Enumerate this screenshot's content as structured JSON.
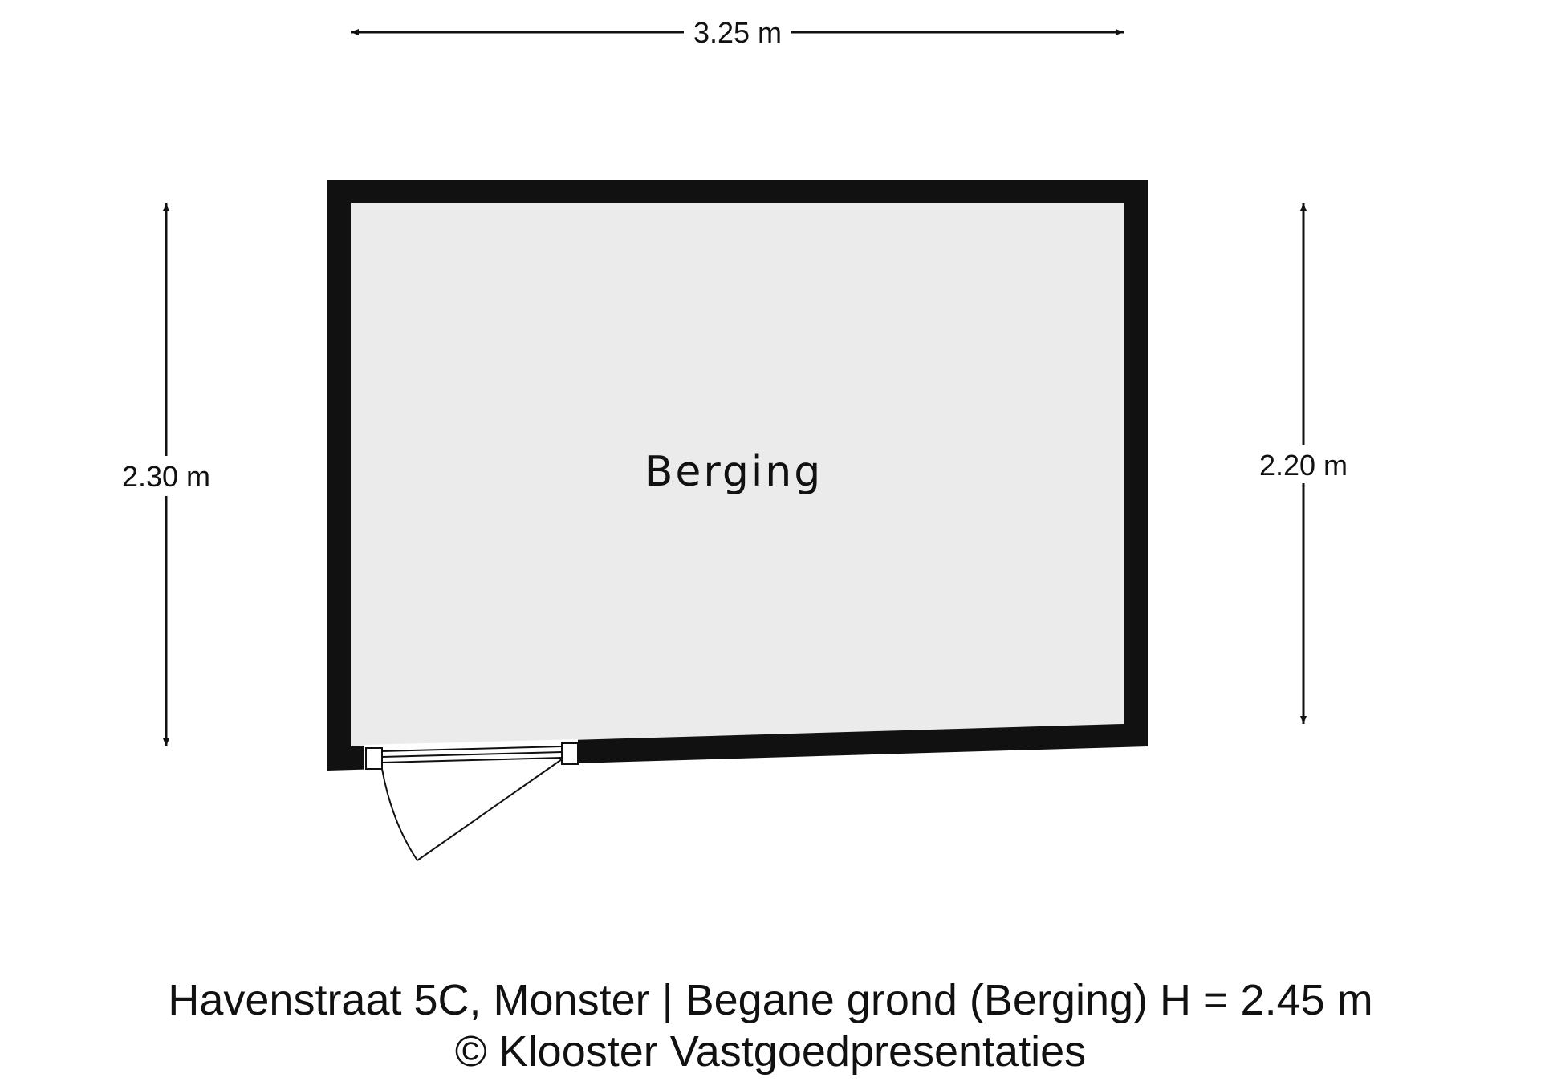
{
  "floorplan": {
    "room": {
      "name": "Berging",
      "floor_color": "#ebebeb",
      "wall_color": "#111111"
    },
    "dimensions": {
      "top": "3.25 m",
      "left": "2.30 m",
      "right": "2.20 m"
    }
  },
  "caption": {
    "address": "Havenstraat 5C, Monster | Begane grond (Berging) H = 2.45 m",
    "copyright": "© Klooster Vastgoedpresentaties"
  }
}
